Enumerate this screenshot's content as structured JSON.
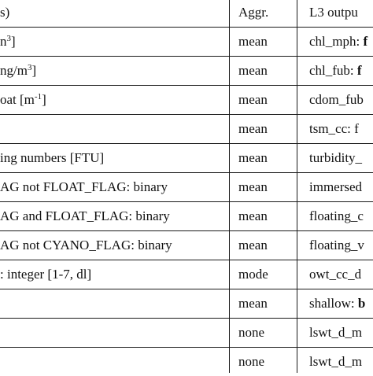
{
  "header": {
    "c1": "s)",
    "c2": "Aggr.",
    "c3": "L3 outpu"
  },
  "rows": [
    {
      "c1": "n",
      "c1_sup": "3",
      "c1_after": "]",
      "c2": "mean",
      "c3": "chl_mph: ",
      "c3_bold": "f"
    },
    {
      "c1": "ng/m",
      "c1_sup": "3",
      "c1_after": "]",
      "c2": "mean",
      "c3": "chl_fub: ",
      "c3_bold": "f"
    },
    {
      "c1": "oat [m",
      "c1_sup": "-1",
      "c1_after": "]",
      "c2": "mean",
      "c3": "cdom_fub"
    },
    {
      "c1": "",
      "c2": "mean",
      "c3": "tsm_cc: f"
    },
    {
      "c1": "ing numbers [FTU]",
      "c2": "mean",
      "c3": "turbidity_"
    },
    {
      "c1": "AG not FLOAT_FLAG: binary",
      "c2": "mean",
      "c3": "immersed"
    },
    {
      "c1": "AG and FLOAT_FLAG: binary",
      "c2": "mean",
      "c3": "floating_c"
    },
    {
      "c1": "AG not CYANO_FLAG: binary",
      "c2": "mean",
      "c3": "floating_v"
    },
    {
      "c1": ": integer [1-7, dl]",
      "c2": "mode",
      "c3": "owt_cc_d"
    },
    {
      "c1": "",
      "c2": "mean",
      "c3": "shallow: ",
      "c3_bold": "b"
    },
    {
      "c1": "",
      "c2": "none",
      "c3": "lswt_d_m"
    },
    {
      "c1": "",
      "c2": "none",
      "c3": "lswt_d_m"
    }
  ]
}
